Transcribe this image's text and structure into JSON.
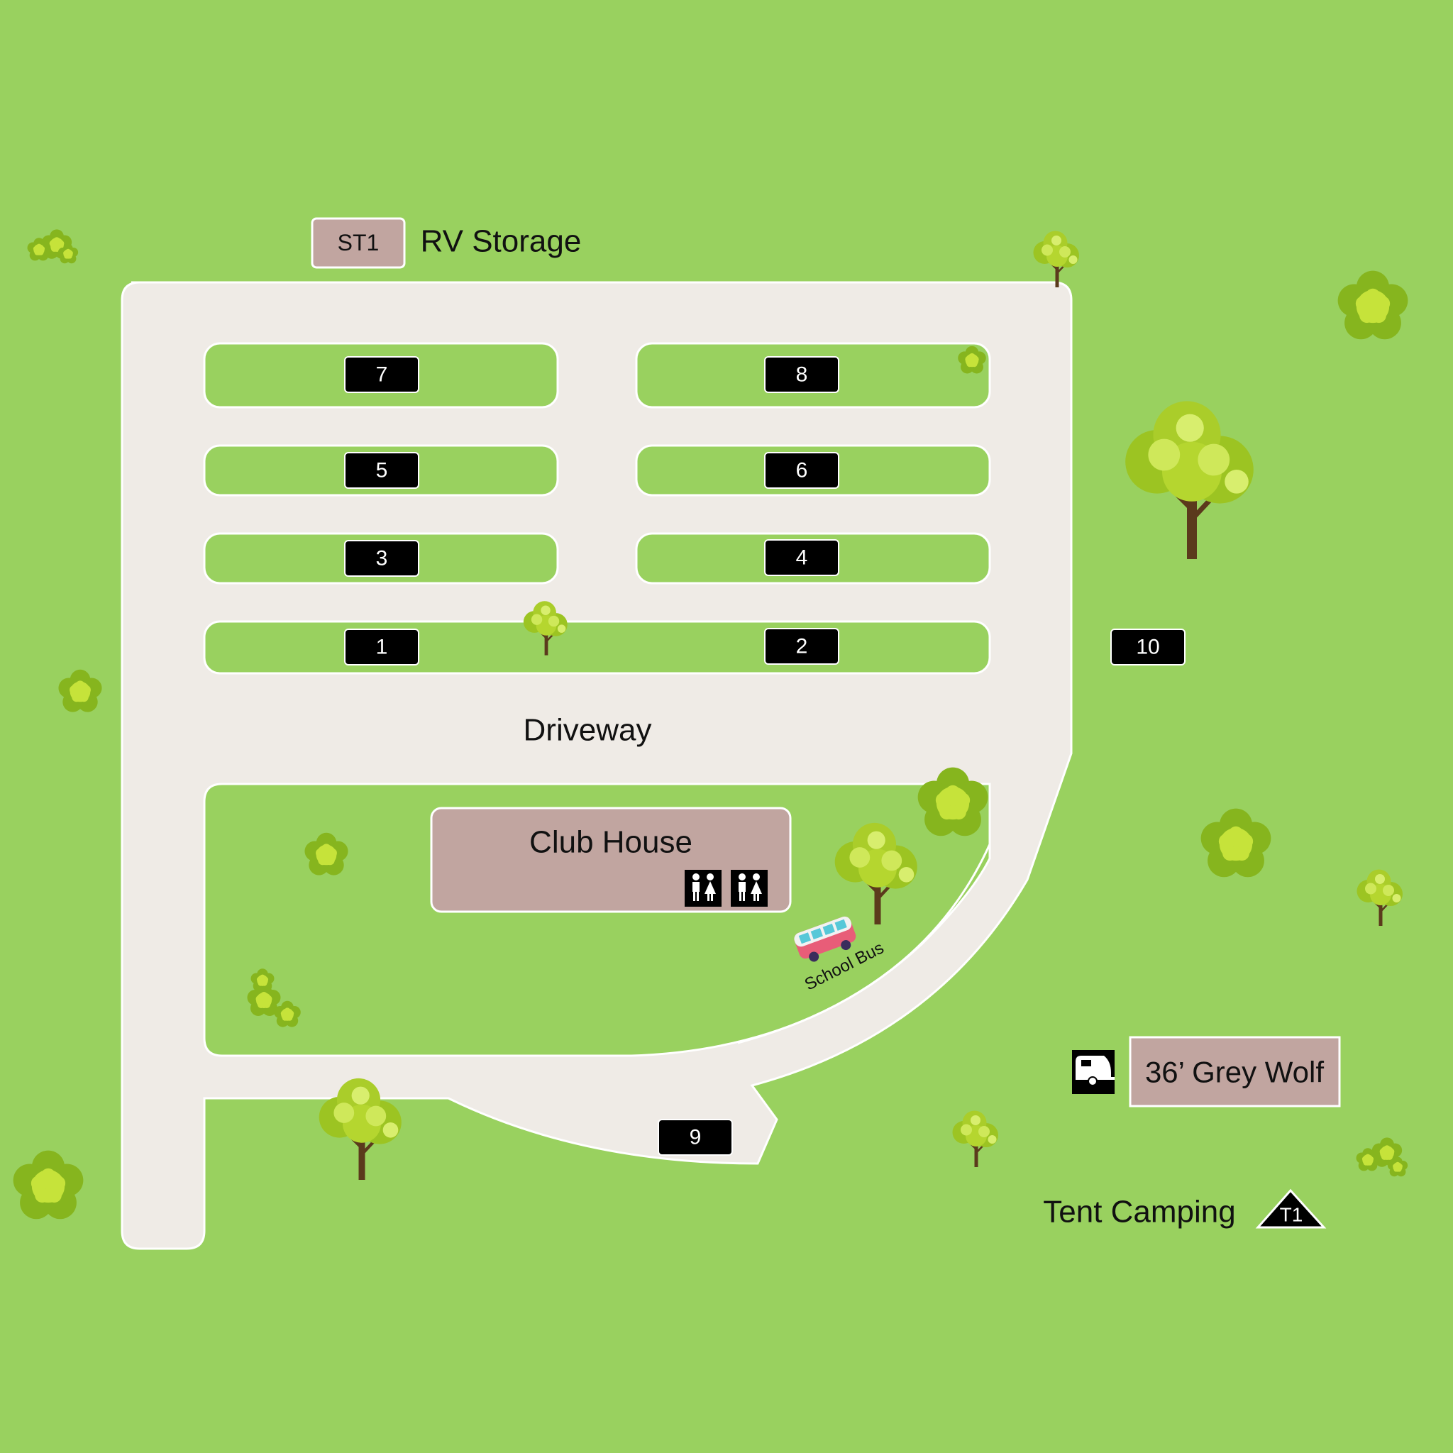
{
  "colors": {
    "grass": "#99d15f",
    "road": "#efebe6",
    "road_edge": "#ffffff",
    "pad": "#99d15f",
    "badge": "#000000",
    "building": "#c1a5a0",
    "tree_light": "#c6e33a",
    "tree_dark": "#86b51e",
    "trunk": "#5b3a1c"
  },
  "labels": {
    "rv_storage": "RV Storage",
    "st1": "ST1",
    "driveway": "Driveway",
    "club_house": "Club House",
    "school_bus": "School Bus",
    "grey_wolf": "36’ Grey Wolf",
    "tent_camping": "Tent Camping",
    "t1": "T1"
  },
  "sites": {
    "s1": "1",
    "s2": "2",
    "s3": "3",
    "s4": "4",
    "s5": "5",
    "s6": "6",
    "s7": "7",
    "s8": "8",
    "s9": "9",
    "s10": "10"
  },
  "icons": [
    "restroom-icon",
    "restroom-icon",
    "school-bus-icon",
    "rv-trailer-icon",
    "tent-icon",
    "tree-icon",
    "bush-icon"
  ]
}
